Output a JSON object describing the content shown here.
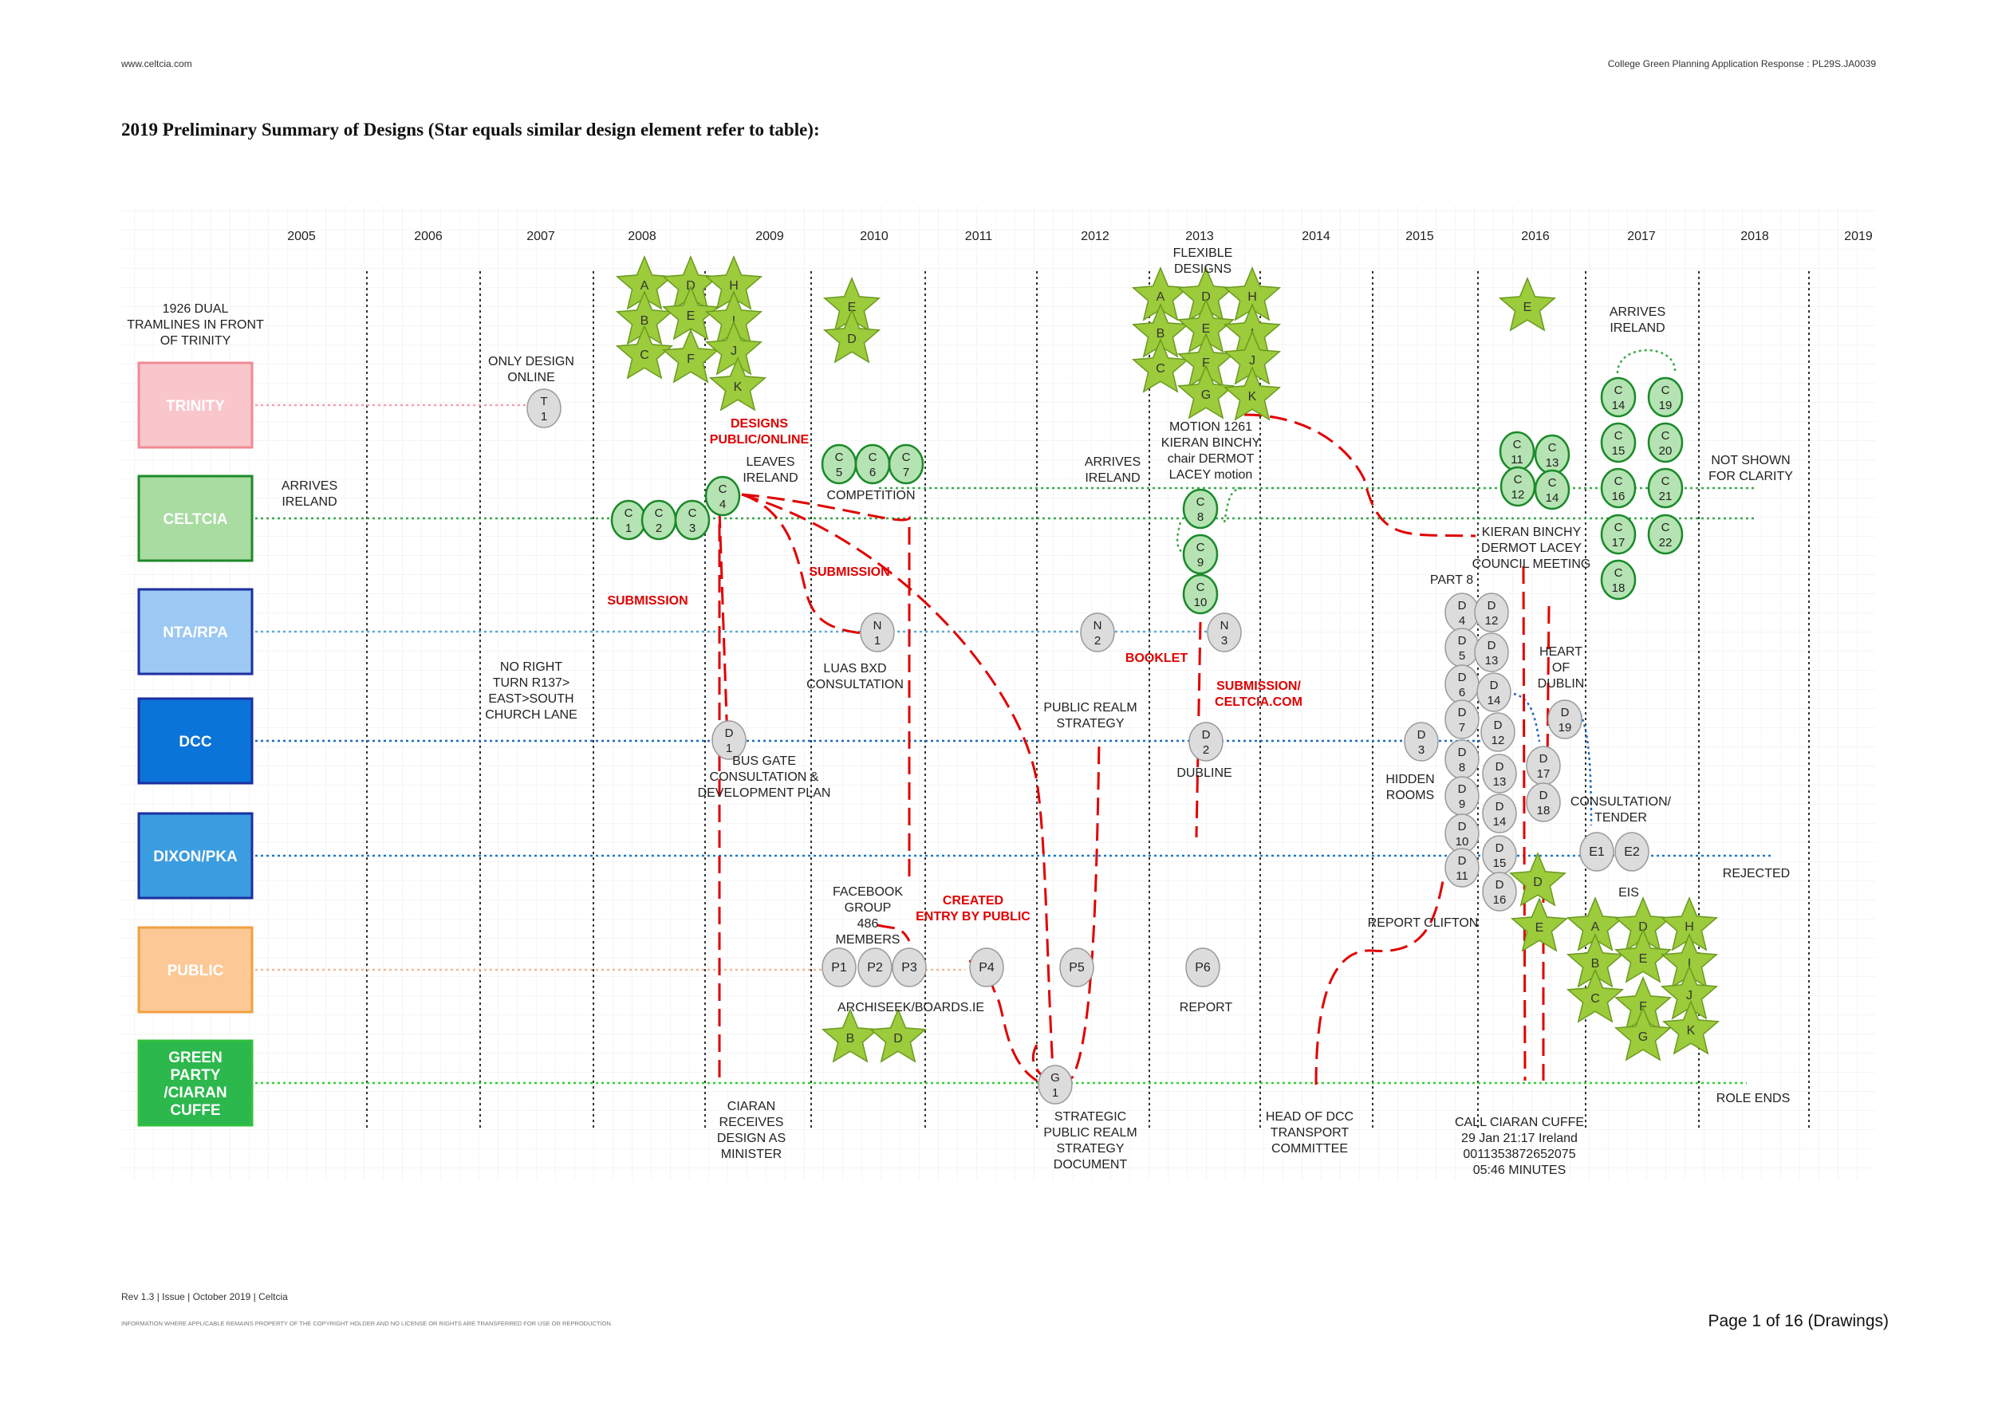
{
  "header": {
    "left": "www.celtcia.com",
    "right": "College Green Planning Application Response : PL29S.JA0039"
  },
  "title": "2019 Preliminary Summary of Designs (Star equals similar design element refer to table):",
  "years": [
    "2005",
    "2006",
    "2007",
    "2008",
    "2009",
    "2010",
    "2011",
    "2012",
    "2013",
    "2014",
    "2015",
    "2016",
    "2017",
    "2018",
    "2019"
  ],
  "colors": {
    "red_path": "#e00000",
    "star_fill": "#9ccb3b",
    "star_stroke": "#6a9a1f",
    "node_gray": "#dcdcdc",
    "node_green": "#b6e3b3",
    "node_green_stroke": "#1a8a2a"
  },
  "lanes": [
    {
      "id": "trinity",
      "label": "TRINITY",
      "fill": "#f9c6cc",
      "stroke": "#f08a94",
      "text": "#ffffff",
      "line": "#f2a0a8"
    },
    {
      "id": "celtcia",
      "label": "CELTCIA",
      "fill": "#a8dca0",
      "stroke": "#1e8a2a",
      "text": "#ffffff",
      "line": "#3aa84a"
    },
    {
      "id": "nta",
      "label": "NTA/RPA",
      "fill": "#9cc8f4",
      "stroke": "#1c2fa0",
      "text": "#ffffff",
      "line": "#5aa8d8"
    },
    {
      "id": "dcc",
      "label": "DCC",
      "fill": "#0a74d8",
      "stroke": "#1c2fa0",
      "text": "#ffffff",
      "line": "#1c6cc0"
    },
    {
      "id": "dixon",
      "label": "DIXON/PKA",
      "fill": "#3c9ce0",
      "stroke": "#1c2fa0",
      "text": "#ffffff",
      "line": "#1c78c8"
    },
    {
      "id": "public",
      "label": "PUBLIC",
      "fill": "#fcc896",
      "stroke": "#f0a040",
      "text": "#ffffff",
      "line": "#f4b890"
    },
    {
      "id": "green",
      "label": "GREEN\nPARTY\n/CIARAN\nCUFFE",
      "fill": "#2cb84c",
      "stroke": "#30c040",
      "text": "#ffffff",
      "line": "#30d030"
    }
  ],
  "nodes": [
    {
      "id": "T1",
      "l1": "T",
      "l2": "1",
      "kind": "gray"
    },
    {
      "id": "C1",
      "l1": "C",
      "l2": "1",
      "kind": "green"
    },
    {
      "id": "C2",
      "l1": "C",
      "l2": "2",
      "kind": "green"
    },
    {
      "id": "C3",
      "l1": "C",
      "l2": "3",
      "kind": "green"
    },
    {
      "id": "C4",
      "l1": "C",
      "l2": "4",
      "kind": "green"
    },
    {
      "id": "C5",
      "l1": "C",
      "l2": "5",
      "kind": "green"
    },
    {
      "id": "C6",
      "l1": "C",
      "l2": "6",
      "kind": "green"
    },
    {
      "id": "C7",
      "l1": "C",
      "l2": "7",
      "kind": "green"
    },
    {
      "id": "C8",
      "l1": "C",
      "l2": "8",
      "kind": "green"
    },
    {
      "id": "C9",
      "l1": "C",
      "l2": "9",
      "kind": "green"
    },
    {
      "id": "C10",
      "l1": "C",
      "l2": "10",
      "kind": "green"
    },
    {
      "id": "C11",
      "l1": "C",
      "l2": "11",
      "kind": "green"
    },
    {
      "id": "C12",
      "l1": "C",
      "l2": "12",
      "kind": "green"
    },
    {
      "id": "C13",
      "l1": "C",
      "l2": "13",
      "kind": "green"
    },
    {
      "id": "C14a",
      "l1": "C",
      "l2": "14",
      "kind": "green"
    },
    {
      "id": "C14",
      "l1": "C",
      "l2": "14",
      "kind": "green"
    },
    {
      "id": "C15",
      "l1": "C",
      "l2": "15",
      "kind": "green"
    },
    {
      "id": "C16",
      "l1": "C",
      "l2": "16",
      "kind": "green"
    },
    {
      "id": "C17",
      "l1": "C",
      "l2": "17",
      "kind": "green"
    },
    {
      "id": "C18",
      "l1": "C",
      "l2": "18",
      "kind": "green"
    },
    {
      "id": "C19",
      "l1": "C",
      "l2": "19",
      "kind": "green"
    },
    {
      "id": "C20",
      "l1": "C",
      "l2": "20",
      "kind": "green"
    },
    {
      "id": "C21",
      "l1": "C",
      "l2": "21",
      "kind": "green"
    },
    {
      "id": "C22",
      "l1": "C",
      "l2": "22",
      "kind": "green"
    },
    {
      "id": "N1",
      "l1": "N",
      "l2": "1",
      "kind": "gray"
    },
    {
      "id": "N2",
      "l1": "N",
      "l2": "2",
      "kind": "gray"
    },
    {
      "id": "N3",
      "l1": "N",
      "l2": "3",
      "kind": "gray"
    },
    {
      "id": "D1",
      "l1": "D",
      "l2": "1",
      "kind": "gray"
    },
    {
      "id": "D2",
      "l1": "D",
      "l2": "2",
      "kind": "gray"
    },
    {
      "id": "D3",
      "l1": "D",
      "l2": "3",
      "kind": "gray"
    },
    {
      "id": "D4",
      "l1": "D",
      "l2": "4",
      "kind": "gray"
    },
    {
      "id": "D5",
      "l1": "D",
      "l2": "5",
      "kind": "gray"
    },
    {
      "id": "D6",
      "l1": "D",
      "l2": "6",
      "kind": "gray"
    },
    {
      "id": "D7",
      "l1": "D",
      "l2": "7",
      "kind": "gray"
    },
    {
      "id": "D8",
      "l1": "D",
      "l2": "8",
      "kind": "gray"
    },
    {
      "id": "D9",
      "l1": "D",
      "l2": "9",
      "kind": "gray"
    },
    {
      "id": "D10",
      "l1": "D",
      "l2": "10",
      "kind": "gray"
    },
    {
      "id": "D11",
      "l1": "D",
      "l2": "11",
      "kind": "gray"
    },
    {
      "id": "D12",
      "l1": "D",
      "l2": "12",
      "kind": "gray"
    },
    {
      "id": "D13",
      "l1": "D",
      "l2": "13",
      "kind": "gray"
    },
    {
      "id": "D14",
      "l1": "D",
      "l2": "14",
      "kind": "gray"
    },
    {
      "id": "D12b",
      "l1": "D",
      "l2": "12",
      "kind": "gray"
    },
    {
      "id": "D13b",
      "l1": "D",
      "l2": "13",
      "kind": "gray"
    },
    {
      "id": "D14b",
      "l1": "D",
      "l2": "14",
      "kind": "gray"
    },
    {
      "id": "D15",
      "l1": "D",
      "l2": "15",
      "kind": "gray"
    },
    {
      "id": "D16",
      "l1": "D",
      "l2": "16",
      "kind": "gray"
    },
    {
      "id": "D17",
      "l1": "D",
      "l2": "17",
      "kind": "gray"
    },
    {
      "id": "D18",
      "l1": "D",
      "l2": "18",
      "kind": "gray"
    },
    {
      "id": "D19",
      "l1": "D",
      "l2": "19",
      "kind": "gray"
    },
    {
      "id": "E1",
      "l1": "E1",
      "l2": "",
      "kind": "gray"
    },
    {
      "id": "E2",
      "l1": "E2",
      "l2": "",
      "kind": "gray"
    },
    {
      "id": "P1",
      "l1": "P1",
      "l2": "",
      "kind": "gray"
    },
    {
      "id": "P2",
      "l1": "P2",
      "l2": "",
      "kind": "gray"
    },
    {
      "id": "P3",
      "l1": "P3",
      "l2": "",
      "kind": "gray"
    },
    {
      "id": "P4",
      "l1": "P4",
      "l2": "",
      "kind": "gray"
    },
    {
      "id": "P5",
      "l1": "P5",
      "l2": "",
      "kind": "gray"
    },
    {
      "id": "P6",
      "l1": "P6",
      "l2": "",
      "kind": "gray"
    },
    {
      "id": "G1",
      "l1": "G",
      "l2": "1",
      "kind": "gray"
    }
  ],
  "star_groups": [
    {
      "id": "group-2008",
      "letters": [
        "A",
        "D",
        "H",
        "B",
        "E",
        "I",
        "C",
        "F",
        "J",
        "K"
      ]
    },
    {
      "id": "group-2010",
      "letters": [
        "E",
        "D"
      ]
    },
    {
      "id": "group-2010-green",
      "letters": [
        "B",
        "D"
      ]
    },
    {
      "id": "group-2013",
      "letters": [
        "A",
        "D",
        "H",
        "B",
        "E",
        "I",
        "C",
        "F",
        "J",
        "G",
        "K"
      ]
    },
    {
      "id": "group-2016-top",
      "letters": [
        "E"
      ]
    },
    {
      "id": "group-2016-mid",
      "letters": [
        "D",
        "E"
      ]
    },
    {
      "id": "group-2017",
      "letters": [
        "A",
        "D",
        "H",
        "B",
        "E",
        "I",
        "C",
        "F",
        "J",
        "G",
        "K"
      ]
    }
  ],
  "annotations": [
    {
      "id": "tramlines-note",
      "text": "1926 DUAL\nTRAMLINES IN FRONT\nOF TRINITY",
      "red": false
    },
    {
      "id": "only-design-online",
      "text": "ONLY DESIGN\nONLINE",
      "red": false
    },
    {
      "id": "celtcia-arrives-ireland",
      "text": "ARRIVES\nIRELAND",
      "red": false
    },
    {
      "id": "designs-public-online",
      "text": "DESIGNS\nPUBLIC/ONLINE",
      "red": true
    },
    {
      "id": "leaves-ireland",
      "text": "LEAVES\nIRELAND",
      "red": false
    },
    {
      "id": "competition",
      "text": "COMPETITION",
      "red": false
    },
    {
      "id": "submission-1",
      "text": "SUBMISSION",
      "red": true
    },
    {
      "id": "submission-2",
      "text": "SUBMISSION",
      "red": true
    },
    {
      "id": "arrives-ireland-2012",
      "text": "ARRIVES\nIRELAND",
      "red": false
    },
    {
      "id": "flexible-designs",
      "text": "FLEXIBLE\nDESIGNS",
      "red": false
    },
    {
      "id": "motion-1261",
      "text": "MOTION 1261\nKIERAN BINCHY\nchair DERMOT\nLACEY motion",
      "red": false
    },
    {
      "id": "arrives-ireland-2017",
      "text": "ARRIVES\nIRELAND",
      "red": false
    },
    {
      "id": "not-shown",
      "text": "NOT SHOWN\nFOR CLARITY",
      "red": false
    },
    {
      "id": "council-meeting",
      "text": "KIERAN BINCHY\nDERMOT LACEY\nCOUNCIL MEETING",
      "red": false
    },
    {
      "id": "part-8",
      "text": "PART 8",
      "red": false
    },
    {
      "id": "booklet",
      "text": "BOOKLET",
      "red": true
    },
    {
      "id": "luas-bxd",
      "text": "LUAS BXD\nCONSULTATION",
      "red": false
    },
    {
      "id": "no-right-turn",
      "text": "NO RIGHT\nTURN R137>\nEAST>SOUTH\nCHURCH LANE",
      "red": false
    },
    {
      "id": "submission-celtcia",
      "text": "SUBMISSION/\nCELTCIA.COM",
      "red": true
    },
    {
      "id": "public-realm-strategy",
      "text": "PUBLIC REALM\nSTRATEGY",
      "red": false
    },
    {
      "id": "heart-of-dublin",
      "text": "HEART\nOF\nDUBLIN",
      "red": false
    },
    {
      "id": "bus-gate",
      "text": "BUS GATE\nCONSULTATION &\nDEVELOPMENT PLAN",
      "red": false
    },
    {
      "id": "dubline",
      "text": "DUBLINE",
      "red": false
    },
    {
      "id": "hidden-rooms",
      "text": "HIDDEN\nROOMS",
      "red": false
    },
    {
      "id": "consultation-tender",
      "text": "CONSULTATION/\nTENDER",
      "red": false
    },
    {
      "id": "rejected",
      "text": "REJECTED",
      "red": false
    },
    {
      "id": "facebook-group",
      "text": "FACEBOOK\nGROUP\n486\nMEMBERS",
      "red": false
    },
    {
      "id": "created-entry",
      "text": "CREATED\nENTRY BY PUBLIC",
      "red": true
    },
    {
      "id": "report-clifton",
      "text": "REPORT CLIFTON",
      "red": false
    },
    {
      "id": "eis",
      "text": "EIS",
      "red": false
    },
    {
      "id": "archiseek",
      "text": "ARCHISEEK/BOARDS.IE",
      "red": false
    },
    {
      "id": "report",
      "text": "REPORT",
      "red": false
    },
    {
      "id": "role-ends",
      "text": "ROLE ENDS",
      "red": false
    },
    {
      "id": "ciaran-minister",
      "text": "CIARAN\nRECEIVES\nDESIGN AS\nMINISTER",
      "red": false
    },
    {
      "id": "strategic-prs-doc",
      "text": "STRATEGIC\nPUBLIC REALM\nSTRATEGY\nDOCUMENT",
      "red": false
    },
    {
      "id": "head-of-dcc",
      "text": "HEAD OF DCC\nTRANSPORT\nCOMMITTEE",
      "red": false
    },
    {
      "id": "call-ciaran-cuffe",
      "text": "CALL CIARAN CUFFE\n29 Jan 21:17  Ireland\n0011353872652075\n05:46 MINUTES",
      "red": false
    }
  ],
  "footer": {
    "rev": "Rev 1.3 | Issue | October 2019 | Celtcia",
    "legal": "INFORMATION WHERE APPLICABLE REMAINS PROPERTY OF THE COPYRIGHT HOLDER  AND NO LICENSE OR RIGHTS ARE TRANSFERRED FOR USE OR REPRODUCTION.",
    "page": "Page 1 of 16 (Drawings)"
  }
}
